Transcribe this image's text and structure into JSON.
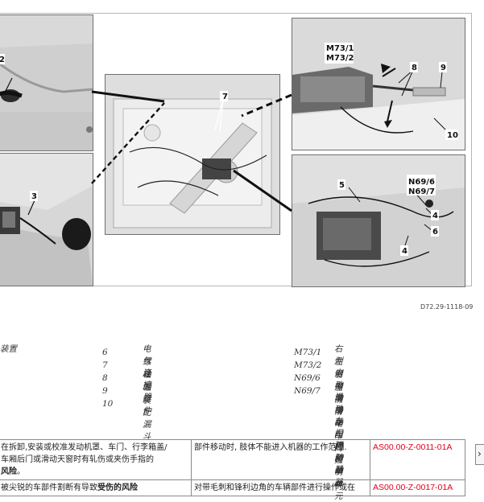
{
  "figure": {
    "code": "D72.29-1118-09",
    "callouts": {
      "top_left": "2",
      "mid_left": "3",
      "center": "7",
      "top_right_label1": "M73/1",
      "top_right_label2": "M73/2",
      "top_right_8": "8",
      "top_right_9": "9",
      "top_right_10": "10",
      "bottom_right_label1": "N69/6",
      "bottom_right_label2": "N69/7",
      "bottom_right_5": "5",
      "bottom_right_4a": "4",
      "bottom_right_6": "6",
      "bottom_right_4b": "4"
    }
  },
  "legend": {
    "col1": [
      {
        "text": "装置"
      }
    ],
    "col2": [
      {
        "num": "6",
        "text": "电气连接器"
      },
      {
        "num": "7",
        "text": "螺栓"
      },
      {
        "num": "8",
        "text": "轴固定件"
      },
      {
        "num": "9",
        "text": "轴"
      },
      {
        "num": "10",
        "text": "装配漏斗"
      }
    ],
    "col3": [
      {
        "code": "M73/1",
        "text": "右侧电动滑动车门驱动器"
      },
      {
        "code": "M73/2",
        "text": "左侧电动滑动车门驱动器"
      },
      {
        "code": "N69/6",
        "text": "右侧滑动车门控制单元"
      },
      {
        "code": "N69/7",
        "text": "左侧滑动车门控制单元"
      }
    ]
  },
  "warnings": {
    "row1": {
      "risk_line1": "在拆卸,安装或校准发动机罩、车门、行李箱盖/",
      "risk_line2": "车厢后门或滑动天窗时有轧伤或夹伤手指的",
      "risk_line3": "风险",
      "risk_line3_tail": "。",
      "measure": "部件移动时, 肢体不能进入机器的工作范围.",
      "code": "AS00.00-Z-0011-01A"
    },
    "row2": {
      "risk_start": "被尖锐的车部件割断有导致",
      "risk_bold": "受伤的风险",
      "measure": "对带毛刺和锋利边角的车辆部件进行操作或在",
      "code": "AS00.00-Z-0017-01A"
    }
  }
}
